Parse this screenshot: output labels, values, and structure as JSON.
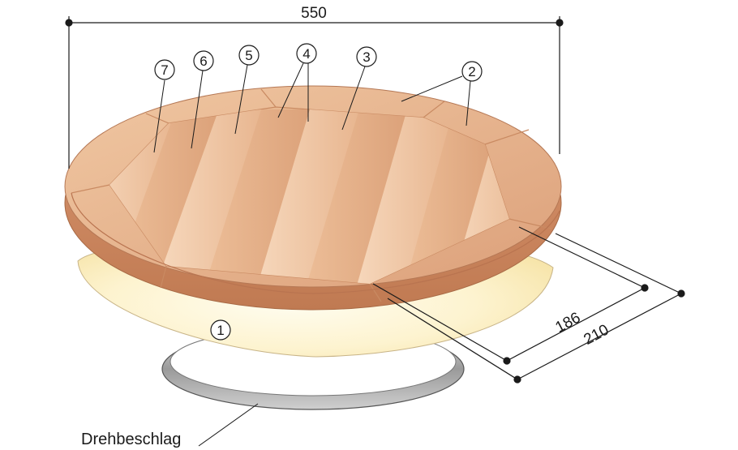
{
  "dimensions": {
    "diameter": "550",
    "inner_depth": "186",
    "outer_depth": "210"
  },
  "callouts": {
    "c1": "1",
    "c2": "2",
    "c3": "3",
    "c4": "4",
    "c5": "5",
    "c6": "6",
    "c7": "7"
  },
  "label": {
    "hardware": "Drehbeschlag"
  },
  "colors": {
    "wood_light": "#f3c9a5",
    "wood_mid": "#e3a57c",
    "wood_dark": "#c9825a",
    "base_disc": "#fcefc0",
    "ring": "#bdbdbd",
    "line": "#1a1a1a"
  }
}
